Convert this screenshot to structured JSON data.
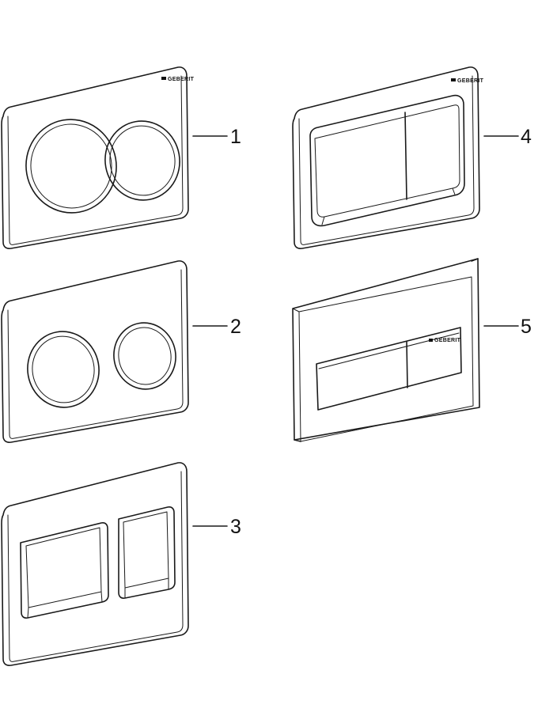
{
  "figure": {
    "brand_text": "GEBERIT",
    "callouts": [
      {
        "id": 1,
        "label": "1"
      },
      {
        "id": 2,
        "label": "2"
      },
      {
        "id": 3,
        "label": "3"
      },
      {
        "id": 4,
        "label": "4"
      },
      {
        "id": 5,
        "label": "5"
      }
    ]
  }
}
